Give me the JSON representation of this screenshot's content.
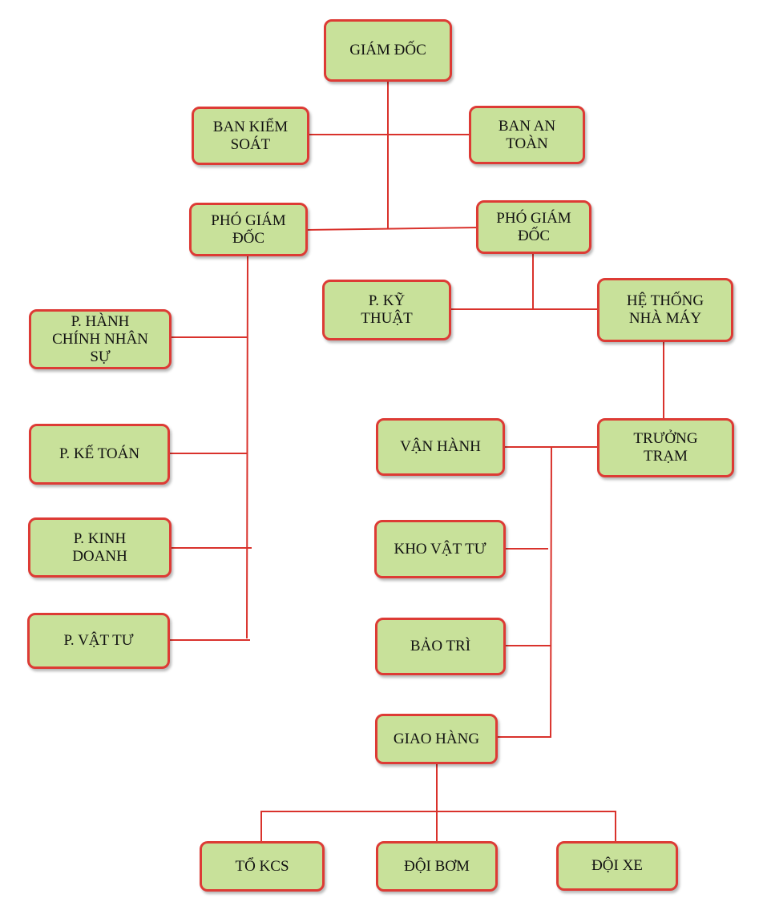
{
  "nodes": {
    "giam_doc": "GIÁM ĐỐC",
    "ban_kiem_soat": "BAN KIỂM\nSOÁT",
    "ban_an_toan": "BAN AN\nTOÀN",
    "pho_giam_doc_left": "PHÓ GIÁM\nĐỐC",
    "pho_giam_doc_right": "PHÓ GIÁM\nĐỐC",
    "p_hanh_chinh": "P. HÀNH\nCHÍNH NHÂN\nSỰ",
    "p_ke_toan": "P. KẾ TOÁN",
    "p_kinh_doanh": "P. KINH\nDOANH",
    "p_vat_tu": "P. VẬT TƯ",
    "p_ky_thuat": "P. KỸ\nTHUẬT",
    "he_thong_nha_may": "HỆ THỐNG\nNHÀ MÁY",
    "truong_tram": "TRƯỞNG\nTRẠM",
    "van_hanh": "VẬN HÀNH",
    "kho_vat_tu": "KHO VẬT TƯ",
    "bao_tri": "BẢO TRÌ",
    "giao_hang": "GIAO HÀNG",
    "to_kcs": "TỔ KCS",
    "doi_bom": "ĐỘI BƠM",
    "doi_xe": "ĐỘI XE"
  },
  "colors": {
    "node_fill": "#c8e19a",
    "node_border": "#dd3b35",
    "connector": "#d9322c"
  }
}
